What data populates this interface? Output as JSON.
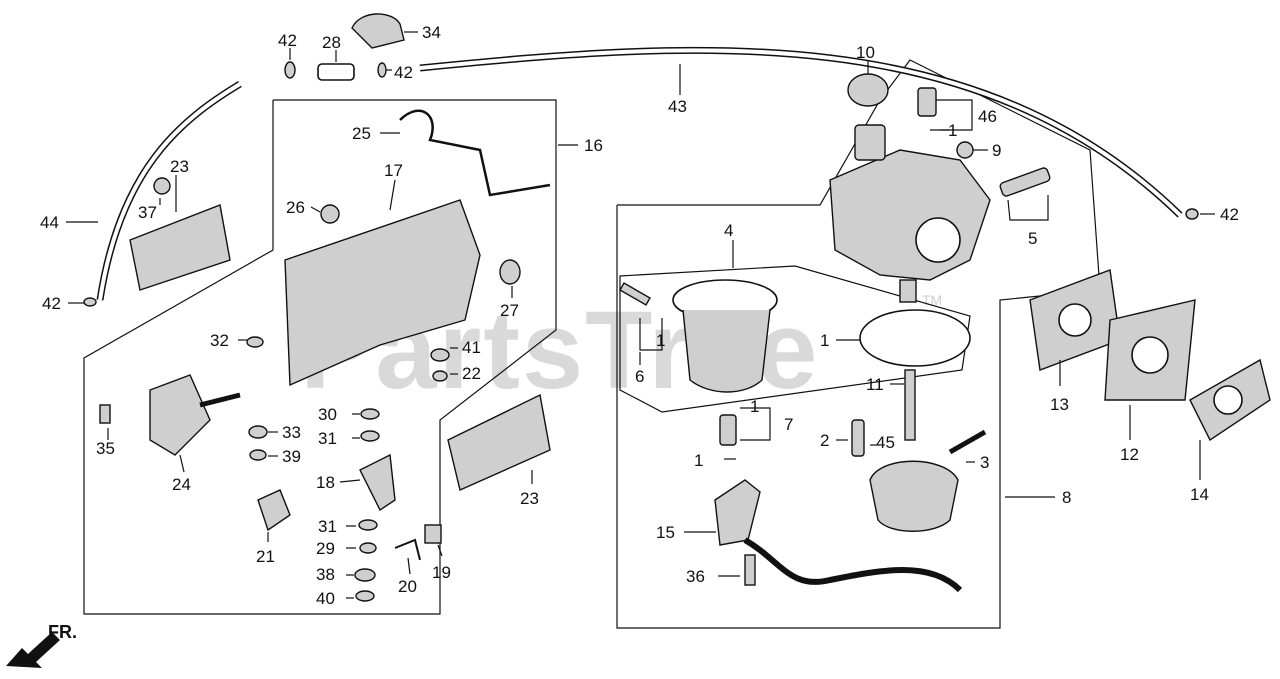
{
  "watermark": {
    "text": "PartsTree",
    "trademark": "TM"
  },
  "direction_label": "FR.",
  "callouts": [
    "42",
    "28",
    "34",
    "42",
    "10",
    "46",
    "1",
    "9",
    "5",
    "42",
    "43",
    "25",
    "16",
    "17",
    "23",
    "37",
    "44",
    "26",
    "27",
    "42",
    "4",
    "6",
    "1",
    "1",
    "13",
    "12",
    "14",
    "32",
    "41",
    "22",
    "11",
    "30",
    "31",
    "33",
    "39",
    "35",
    "24",
    "7",
    "1",
    "2",
    "45",
    "3",
    "8",
    "18",
    "1",
    "15",
    "31",
    "29",
    "38",
    "40",
    "20",
    "19",
    "21",
    "23",
    "36"
  ]
}
